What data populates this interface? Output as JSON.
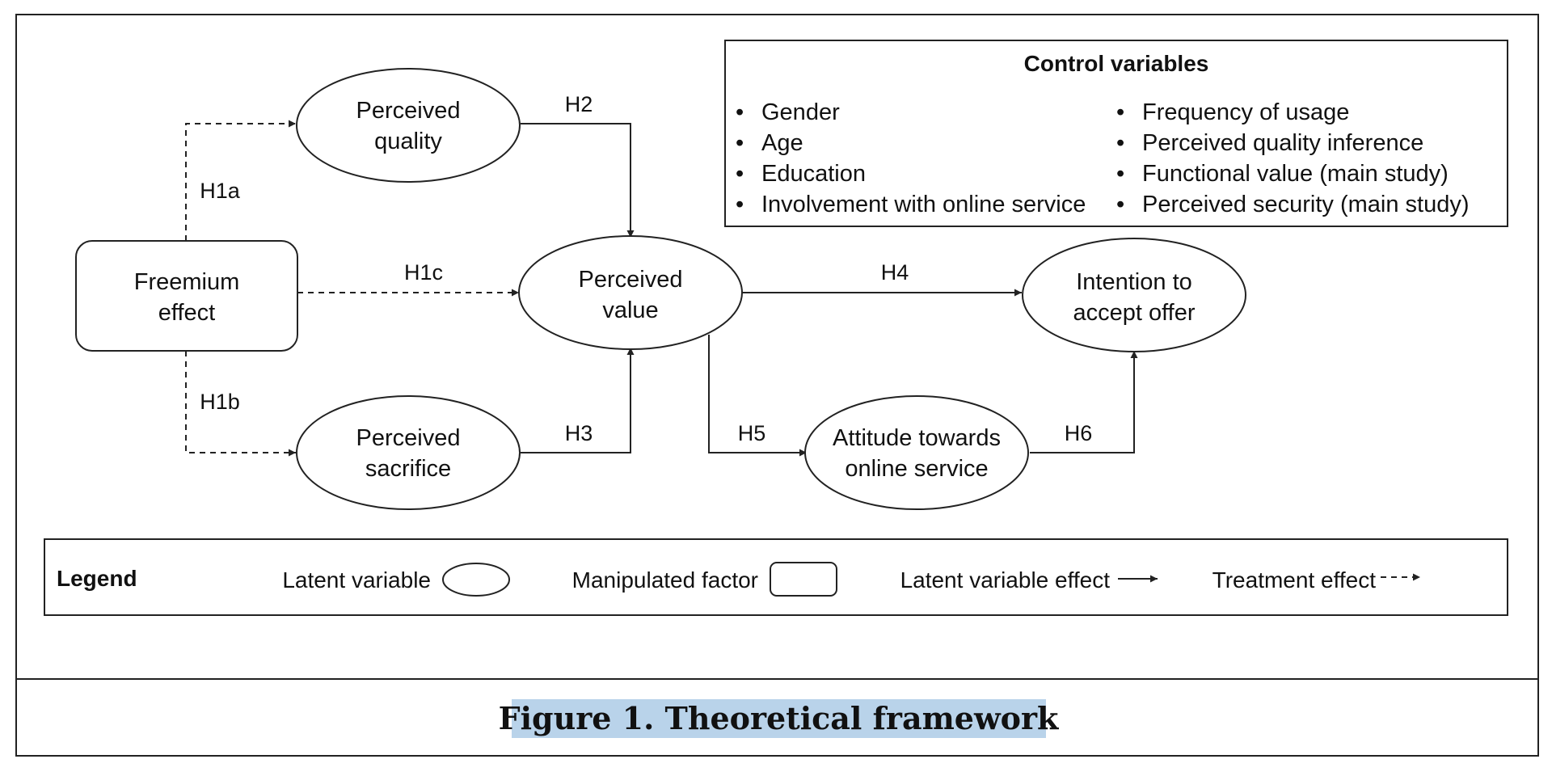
{
  "nodes": {
    "freemium_effect": {
      "line1": "Freemium",
      "line2": "effect"
    },
    "perceived_quality": {
      "line1": "Perceived",
      "line2": "quality"
    },
    "perceived_sacrifice": {
      "line1": "Perceived",
      "line2": "sacrifice"
    },
    "perceived_value": {
      "line1": "Perceived",
      "line2": "value"
    },
    "intention": {
      "line1": "Intention to",
      "line2": "accept offer"
    },
    "attitude": {
      "line1": "Attitude towards",
      "line2": "online service"
    }
  },
  "edges": {
    "h1a": "H1a",
    "h1b": "H1b",
    "h1c": "H1c",
    "h2": "H2",
    "h3": "H3",
    "h4": "H4",
    "h5": "H5",
    "h6": "H6"
  },
  "control_variables": {
    "title": "Control variables",
    "left_items": [
      "Gender",
      "Age",
      "Education",
      "Involvement with online service"
    ],
    "right_items": [
      "Frequency of usage",
      "Perceived quality inference",
      "Functional value (main study)",
      "Perceived security (main study)"
    ],
    "bullet": "•"
  },
  "legend": {
    "title": "Legend",
    "latent_variable": "Latent variable",
    "manipulated_factor": "Manipulated factor",
    "latent_variable_effect": "Latent variable effect",
    "treatment_effect": "Treatment effect"
  },
  "caption": "Figure 1. Theoretical framework",
  "colors": {
    "caption_highlight": "#b9d3ea",
    "line": "#222222",
    "background": "#ffffff"
  }
}
